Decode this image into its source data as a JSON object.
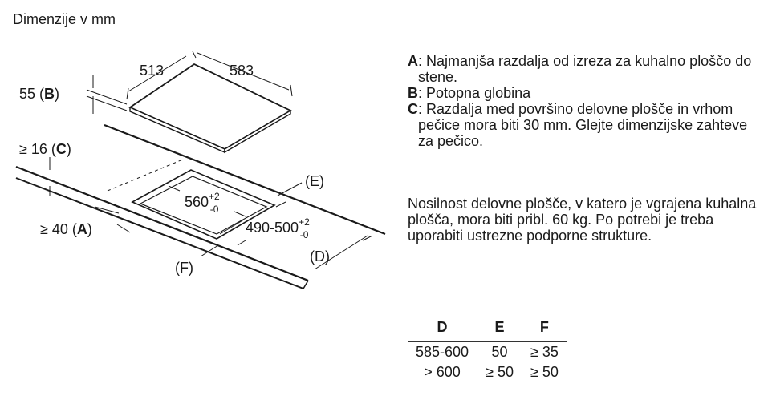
{
  "title": "Dimenzije v mm",
  "diagram": {
    "dim_513": "513",
    "dim_583": "583",
    "dim_55": "55 (",
    "key_b": "B",
    "paren_close": ")",
    "dim_16": "≥ 16 (",
    "key_c": "C",
    "dim_40": "≥ 40 (",
    "key_a": "A",
    "label_e": "(E)",
    "label_d": "(D)",
    "label_f": "(F)",
    "cut_width": "560",
    "cut_width_tol_plus": "+2",
    "cut_width_tol_minus": "-0",
    "cut_depth": "490-500",
    "cut_depth_tol_plus": "+2",
    "cut_depth_tol_minus": "-0"
  },
  "legend": [
    {
      "key": "A",
      "text": ": Najmanjša razdalja od izreza za kuhalno ploščo do stene."
    },
    {
      "key": "B",
      "text": ": Potopna globina"
    },
    {
      "key": "C",
      "text": ": Razdalja med površino delovne plošče in vrhom pečice mora biti 30 mm. Glejte dimenzijske zahteve za pečico."
    }
  ],
  "note": "Nosilnost delovne plošče, v katero je vgrajena kuhalna plošča, mora biti pribl. 60 kg. Po potrebi je treba uporabiti ustrezne podporne strukture.",
  "table": {
    "headers": [
      "D",
      "E",
      "F"
    ],
    "rows": [
      [
        "585-600",
        "50",
        "≥ 35"
      ],
      [
        "> 600",
        "≥ 50",
        "≥ 50"
      ]
    ]
  }
}
